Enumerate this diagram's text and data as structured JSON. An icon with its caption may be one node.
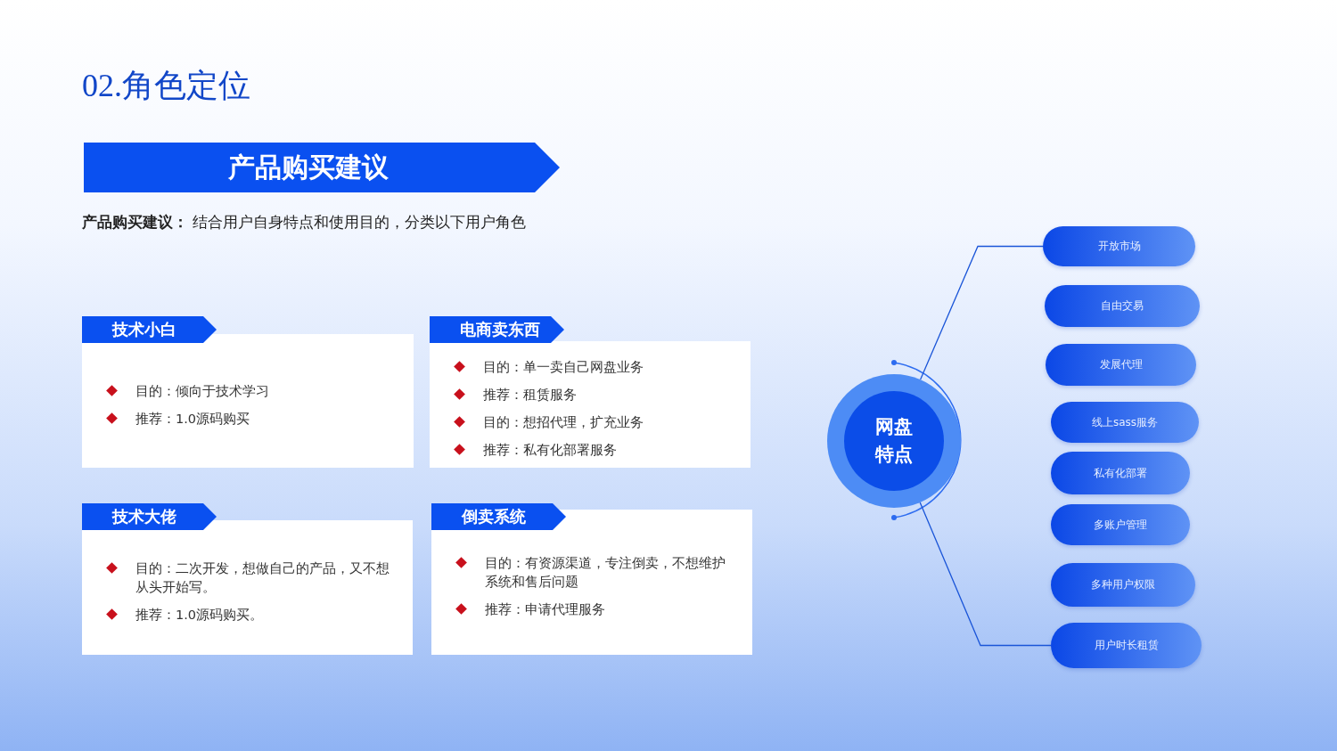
{
  "diagram": {
    "title": "02.角色定位",
    "nodes": [
      {
        "text": [
          "产品购买建议"
        ]
      },
      {
        "text": [
          "技术小白",
          "目的：倾向于技术学习",
          "推荐：1.0源码购买"
        ]
      },
      {
        "text": [
          "电商卖东西",
          "目的：单一卖自己网盘业务",
          "推荐：租赁服务",
          "目的：想招代理，扩充业务",
          "推荐：私有化部署服务"
        ]
      },
      {
        "text": [
          "技术大佬",
          "目的：二次开发，想做自己的产品，又不想从头开始写。",
          "推荐：1.0源码购买。"
        ]
      },
      {
        "text": [
          "倒卖系统",
          "目的：有资源渠道，专注倒卖，不想维护系统和售后问题",
          "推荐：申请代理服务"
        ]
      },
      {
        "text": [
          "网盘特点"
        ]
      },
      {
        "text": [
          "开放市场"
        ]
      },
      {
        "text": [
          "自由交易"
        ]
      },
      {
        "text": [
          "发展代理"
        ]
      },
      {
        "text": [
          "线上sass服务"
        ]
      },
      {
        "text": [
          "私有化部署"
        ]
      },
      {
        "text": [
          "多账户管理"
        ]
      },
      {
        "text": [
          "多种用户权限"
        ]
      },
      {
        "text": [
          "用户时长租赁"
        ]
      }
    ],
    "edges": [
      {
        "from": 5,
        "to": 6,
        "arrow": "none"
      },
      {
        "from": 5,
        "to": 13,
        "arrow": "none"
      }
    ],
    "labels": [
      "**产品购买建议：** 结合用户自身特点和使用目的，分类以下用户角色"
    ]
  }
}
